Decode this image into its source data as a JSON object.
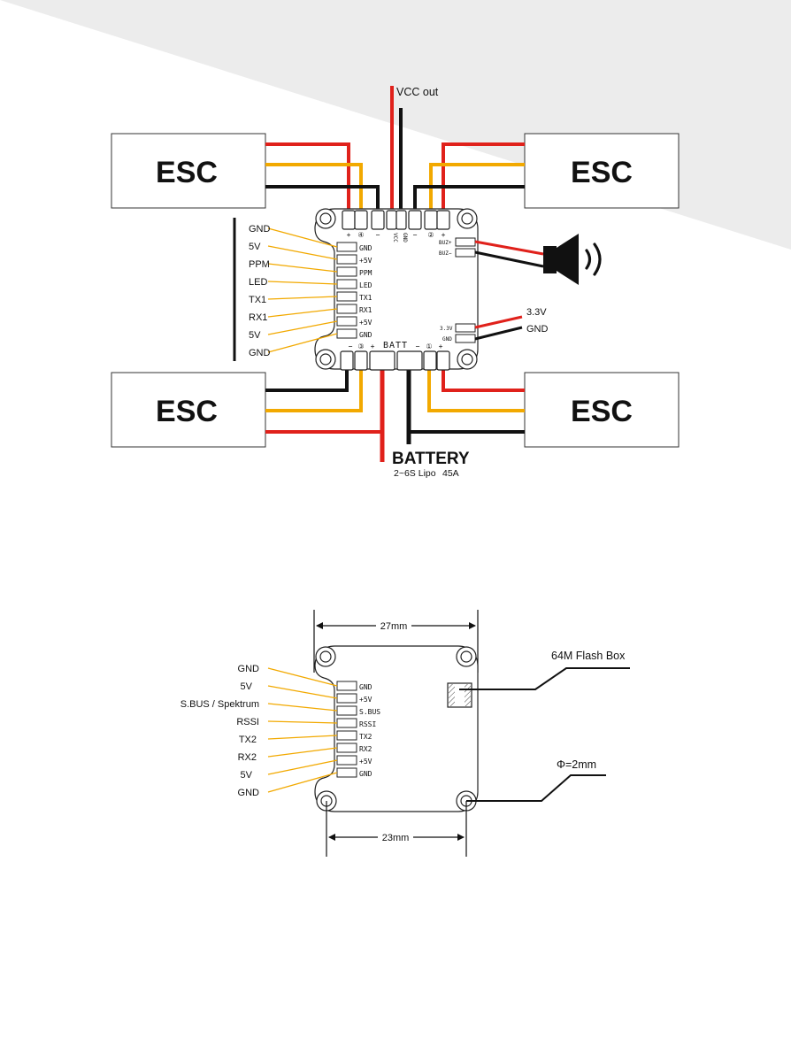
{
  "colors": {
    "background_band": "#ececec",
    "wire_power": "#e0211b",
    "wire_ground": "#111111",
    "wire_signal": "#f2a900"
  },
  "top": {
    "vcc_out": "VCC out",
    "esc_label": "ESC",
    "header_pins": [
      "+",
      "④",
      "−",
      "VCC",
      "GND",
      "−",
      "②",
      "+"
    ],
    "bottom_pins": [
      "−",
      "③",
      "+",
      "BATT",
      "−",
      "①",
      "+"
    ],
    "left_labels": [
      "GND",
      "5V",
      "PPM",
      "LED",
      "TX1",
      "RX1",
      "5V",
      "GND"
    ],
    "left_pins": [
      "GND",
      "+5V",
      "PPM",
      "LED",
      "TX1",
      "RX1",
      "+5V",
      "GND"
    ],
    "buz_pins": [
      "BUZ+",
      "BUZ−"
    ],
    "right_pins": [
      "3.3V",
      "GND"
    ],
    "right_labels": [
      "3.3V",
      "GND"
    ],
    "battery": {
      "title": "BATTERY",
      "spec": "2~6S Lipo",
      "current": "45A"
    }
  },
  "bottom": {
    "dim_top": "27mm",
    "dim_bottom": "23mm",
    "flash": "64M Flash Box",
    "hole": "Φ=2mm",
    "left_labels": [
      "GND",
      "5V",
      "S.BUS / Spektrum",
      "RSSI",
      "TX2",
      "RX2",
      "5V",
      "GND"
    ],
    "left_pins": [
      "GND",
      "+5V",
      "S.BUS",
      "RSSI",
      "TX2",
      "RX2",
      "+5V",
      "GND"
    ]
  }
}
